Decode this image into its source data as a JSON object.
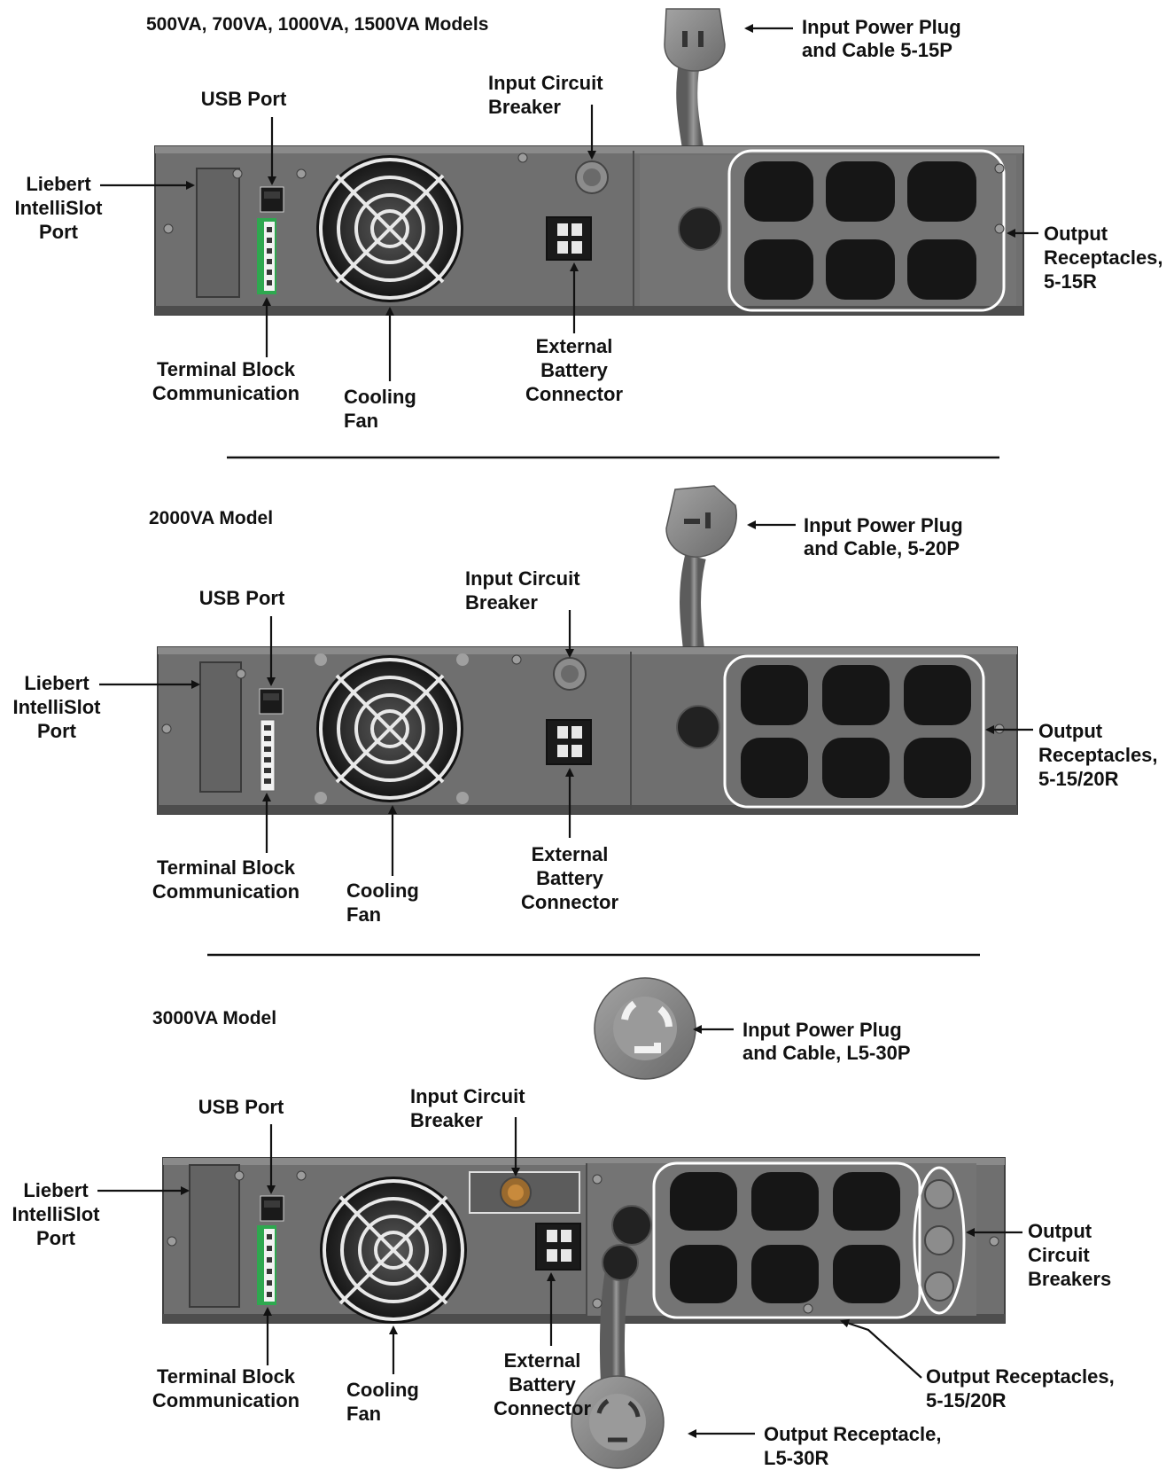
{
  "sections": [
    {
      "title": "500VA, 700VA, 1000VA, 1500VA Models",
      "labels": {
        "liebert": [
          "Liebert",
          "IntelliSlot",
          "Port"
        ],
        "usb": [
          "USB Port"
        ],
        "terminal": [
          "Terminal Block",
          "Communication"
        ],
        "fan": [
          "Cooling",
          "Fan"
        ],
        "breaker": [
          "Input Circuit",
          "Breaker"
        ],
        "battery": [
          "External",
          "Battery",
          "Connector"
        ],
        "plug": [
          "Input Power Plug",
          "and Cable 5-15P"
        ],
        "outputs": [
          "Output",
          "Receptacles,",
          "5-15R"
        ]
      }
    },
    {
      "title": "2000VA Model",
      "labels": {
        "liebert": [
          "Liebert",
          "IntelliSlot",
          "Port"
        ],
        "usb": [
          "USB Port"
        ],
        "terminal": [
          "Terminal Block",
          "Communication"
        ],
        "fan": [
          "Cooling",
          "Fan"
        ],
        "breaker": [
          "Input Circuit",
          "Breaker"
        ],
        "battery": [
          "External",
          "Battery",
          "Connector"
        ],
        "plug": [
          "Input Power Plug",
          "and Cable, 5-20P"
        ],
        "outputs": [
          "Output",
          "Receptacles,",
          "5-15/20R"
        ]
      }
    },
    {
      "title": "3000VA Model",
      "labels": {
        "liebert": [
          "Liebert",
          "IntelliSlot",
          "Port"
        ],
        "usb": [
          "USB Port"
        ],
        "terminal": [
          "Terminal Block",
          "Communication"
        ],
        "fan": [
          "Cooling",
          "Fan"
        ],
        "breaker": [
          "Input Circuit",
          "Breaker"
        ],
        "battery": [
          "External",
          "Battery",
          "Connector"
        ],
        "plug": [
          "Input Power Plug",
          "and Cable, L5-30P"
        ],
        "outputBreakers": [
          "Output",
          "Circuit",
          "Breakers"
        ],
        "outputs": [
          "Output Receptacles,",
          "5-15/20R"
        ],
        "outputL5": [
          "Output Receptacle,",
          "L5-30R"
        ]
      }
    }
  ],
  "colors": {
    "panel": "#6e6e6e",
    "panel_dark": "#4a4a4a",
    "fan": "#1c1c1c",
    "receptacle": "#161616",
    "terminal_green": "#2ea84f",
    "plug": "#8a8a8a",
    "highlight_outline": "#ffffff"
  }
}
